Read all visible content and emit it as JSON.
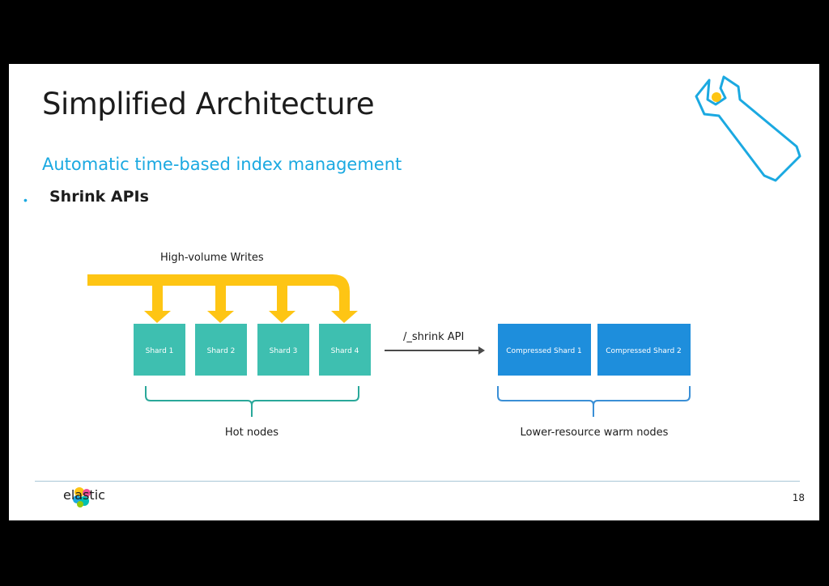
{
  "slide": {
    "title": "Simplified Architecture",
    "subtitle": "Automatic time-based index management",
    "bullet": "Shrink APIs"
  },
  "diagram": {
    "writes_label": "High-volume Writes",
    "shards": [
      "Shard 1",
      "Shard 2",
      "Shard 3",
      "Shard 4"
    ],
    "api_label": "/_shrink API",
    "compressed_shards": [
      "Compressed Shard 1",
      "Compressed Shard 2"
    ],
    "hot_label": "Hot nodes",
    "warm_label": "Lower-resource warm nodes"
  },
  "footer": {
    "brand": "elastic",
    "page_number": "18"
  },
  "colors": {
    "accent_blue": "#1ba9e1",
    "shard_teal": "#3ebfb0",
    "compressed_blue": "#1e8edc",
    "arrow_yellow": "#fec514",
    "bracket_teal": "#2aa89a",
    "bracket_blue": "#3a8fd6"
  },
  "icons": [
    "wrench-icon",
    "arrow-right-icon",
    "elastic-logo-icon"
  ]
}
